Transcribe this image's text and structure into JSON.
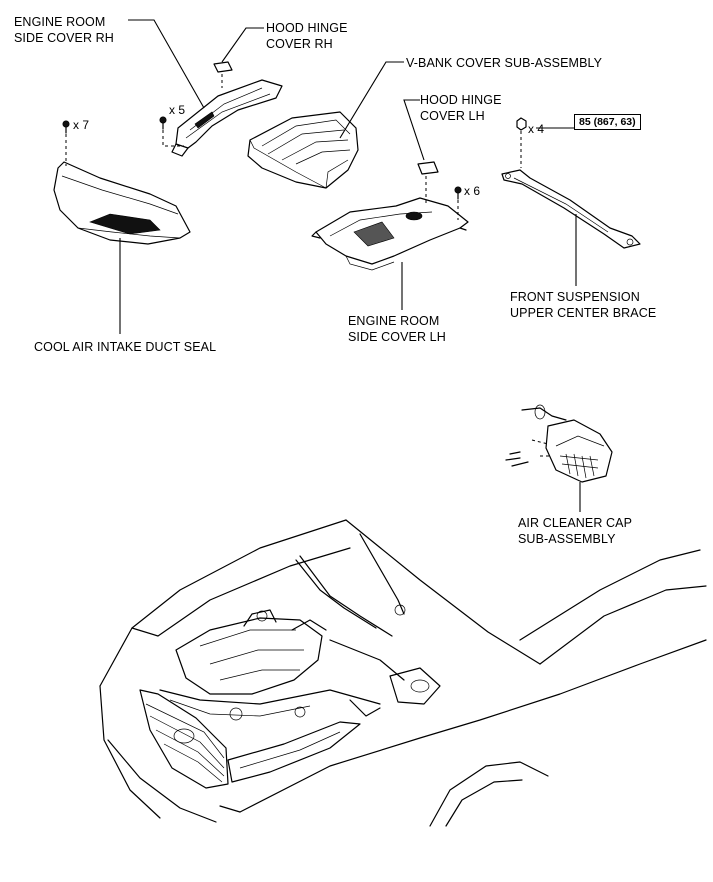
{
  "labels": {
    "engine_room_side_cover_rh": [
      "ENGINE ROOM",
      "SIDE COVER RH"
    ],
    "hood_hinge_cover_rh": [
      "HOOD HINGE",
      "COVER RH"
    ],
    "v_bank_cover": [
      "V-BANK COVER SUB-ASSEMBLY"
    ],
    "hood_hinge_cover_lh": [
      "HOOD HINGE",
      "COVER LH"
    ],
    "cool_air_intake_duct_seal": [
      "COOL AIR INTAKE DUCT SEAL"
    ],
    "engine_room_side_cover_lh": [
      "ENGINE ROOM",
      "SIDE COVER LH"
    ],
    "front_suspension_brace": [
      "FRONT SUSPENSION",
      "UPPER CENTER BRACE"
    ],
    "air_cleaner_cap": [
      "AIR CLEANER CAP",
      "SUB-ASSEMBLY"
    ]
  },
  "quantities": {
    "clip_duct_seal": "x 7",
    "clip_side_cover_rh": "x 5",
    "clip_side_cover_lh": "x 6",
    "nut_brace": "x 4"
  },
  "torque_spec": "85 (867, 63)",
  "icons": {
    "clip": "push-clip-icon",
    "nut": "nut-icon"
  }
}
